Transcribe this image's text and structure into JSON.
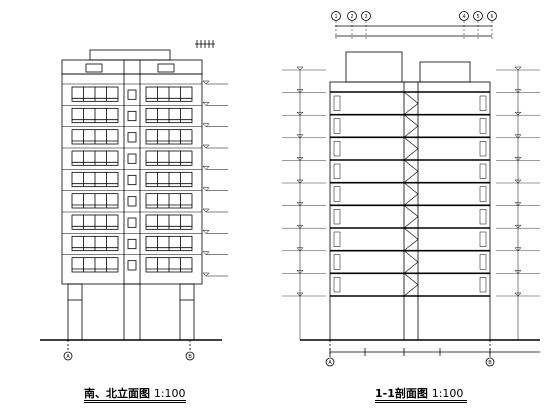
{
  "captions": {
    "elevation": {
      "title": "南、北立面图",
      "scale": "1:100"
    },
    "section": {
      "title": "1-1剖面图",
      "scale": "1:100"
    }
  },
  "axis_marks": {
    "elevation": [
      "A",
      "B"
    ],
    "section_top": [
      "1",
      "2",
      "3",
      "4",
      "5",
      "6"
    ],
    "section_bottom": [
      "A",
      "B"
    ]
  },
  "colors": {
    "line": "#000000",
    "background": "#ffffff"
  },
  "building": {
    "floors": 9,
    "roof_storeys": 1
  }
}
